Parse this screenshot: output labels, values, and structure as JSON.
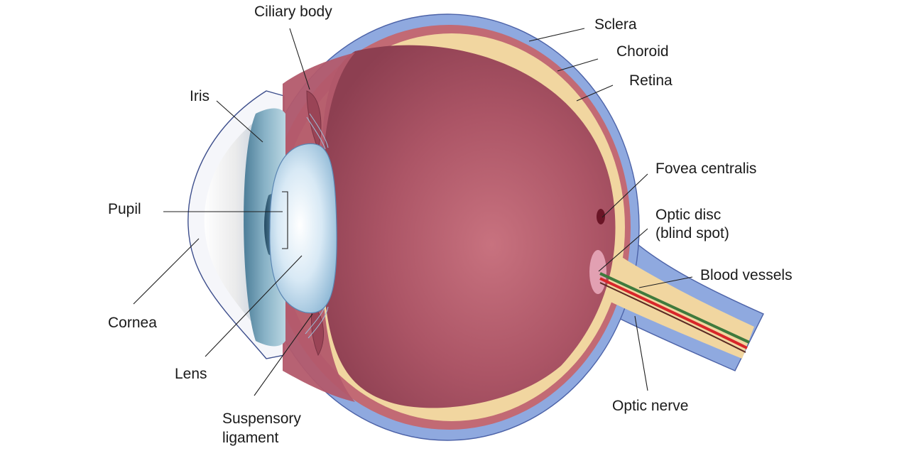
{
  "labels": {
    "ciliary_body": "Ciliary body",
    "sclera": "Sclera",
    "choroid": "Choroid",
    "retina": "Retina",
    "iris": "Iris",
    "fovea": "Fovea centralis",
    "optic_disc_line1": "Optic disc",
    "optic_disc_line2": "(blind spot)",
    "pupil": "Pupil",
    "blood_vessels": "Blood vessels",
    "cornea": "Cornea",
    "lens": "Lens",
    "suspensory_line1": "Suspensory",
    "suspensory_line2": "ligament",
    "optic_nerve": "Optic nerve"
  },
  "colors": {
    "sclera": "#8fa9df",
    "choroid": "#c26a74",
    "retina": "#f1d6a0",
    "vitreous": "#b35a6c",
    "lens": "#cfe3f2",
    "iris": "#6f98ad",
    "blood_vessel_red": "#d8262a",
    "blood_vessel_green": "#3f7a3d"
  }
}
